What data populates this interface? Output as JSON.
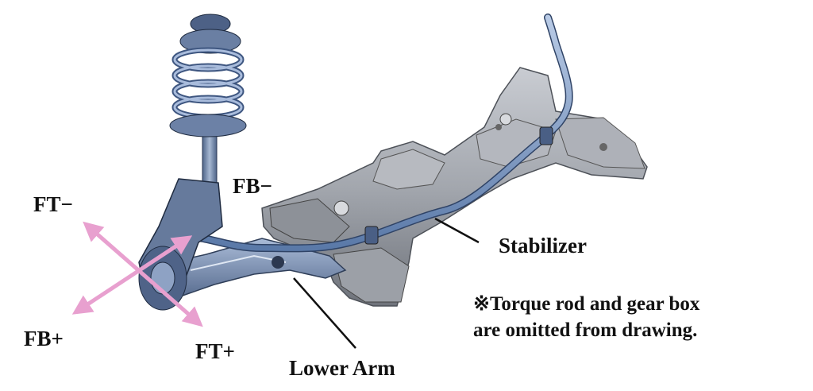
{
  "labels": {
    "ft_minus": "FT−",
    "fb_minus": "FB−",
    "fb_plus": "FB+",
    "ft_plus": "FT+",
    "stabilizer": "Stabilizer",
    "lower_arm": "Lower Arm",
    "note_line1": "※Torque rod and gear box",
    "note_line2": "are omitted from drawing."
  },
  "colors": {
    "arrow": "#e8a0cf",
    "leader_line": "#111111",
    "subframe": "#9a9ea6",
    "stabilizer_bar": "#6f8fbf",
    "lower_arm": "#7a8fb0",
    "strut": "#6a7fa3",
    "spring": "#8fa8cf"
  }
}
